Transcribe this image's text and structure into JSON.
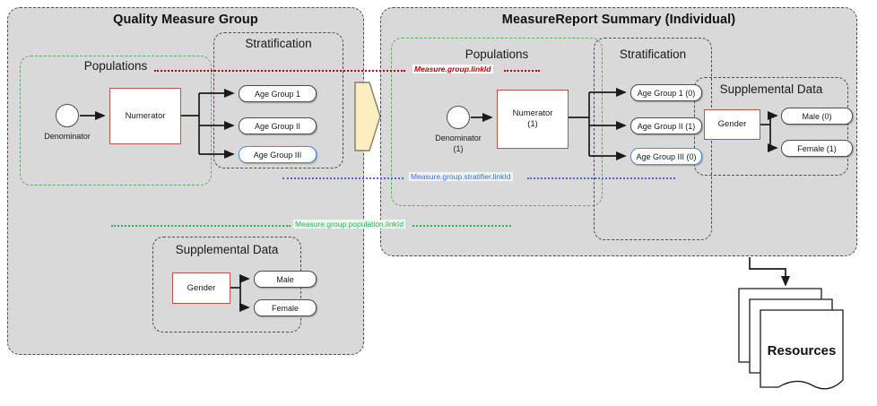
{
  "diagram": {
    "title_left": "Quality Measure Group",
    "title_right": "MeasureReport Summary (Individual)",
    "colors": {
      "panel_fill": "#d9d9d9",
      "panel_border": "#4d4d4d",
      "populations_border": "#5aab61",
      "numerator_border": "#c0504d",
      "highlight_blue": "#4a90d9",
      "link_red": "#c00000",
      "link_blue": "#3a6fd8",
      "link_green": "#2eb053",
      "chevron_fill": "#fdeec2"
    }
  },
  "left_group": {
    "title": "Quality Measure Group",
    "populations": {
      "title": "Populations",
      "denominator_label": "Denominator",
      "numerator_label": "Numerator"
    },
    "stratification": {
      "title": "Stratification",
      "items": [
        {
          "label": "Age Group 1",
          "highlight": false
        },
        {
          "label": "Age Group II",
          "highlight": false
        },
        {
          "label": "Age Group III",
          "highlight": true
        }
      ]
    },
    "supplemental": {
      "title": "Supplemental Data",
      "source": "Gender",
      "items": [
        "Male",
        "Female"
      ]
    }
  },
  "right_group": {
    "title": "MeasureReport Summary (Individual)",
    "populations": {
      "title": "Populations",
      "denominator_label": "Denominator",
      "denominator_count": "(1)",
      "numerator_label": "Numerator",
      "numerator_count": "(1)"
    },
    "stratification": {
      "title": "Stratification",
      "items": [
        {
          "label": "Age Group 1 (0)",
          "highlight": false
        },
        {
          "label": "Age Group II (1)",
          "highlight": false
        },
        {
          "label": "Age Group III (0)",
          "highlight": true
        }
      ]
    },
    "supplemental": {
      "title": "Supplemental Data",
      "source": "Gender",
      "items": [
        "Male (0)",
        "Female (1)"
      ]
    }
  },
  "link_labels": {
    "group": "Measure.group.linkId",
    "stratifier": "Measure.group.stratifier.linkId",
    "population": "Measure.group.population.linkId"
  },
  "output": {
    "label": "Resources"
  }
}
